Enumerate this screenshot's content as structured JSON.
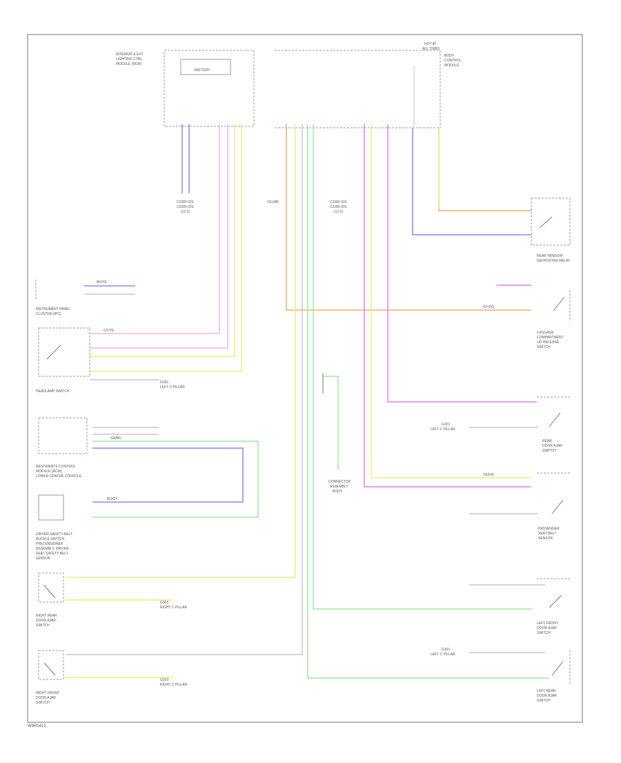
{
  "footer_code": "W9R0412",
  "colors": {
    "frame": "#9a9a9a",
    "wire_gray": "#c8c8c8",
    "wire_yellow": "#eded7a",
    "wire_magenta": "#e27ee2",
    "wire_pink": "#efb6ef",
    "wire_blue": "#8a8ae8",
    "wire_green": "#9ee89e",
    "wire_orange": "#f2ae6a",
    "text": "#555555"
  },
  "modules": {
    "left_module": {
      "title_lines": [
        "INTERIOR & EXT",
        "LIGHTING CTRL",
        "MODULE (BCM)"
      ],
      "inner_label": "BATTERY"
    },
    "right_module": {
      "title_lines": [
        "HOT AT",
        "ALL TIMES"
      ],
      "side_lines": [
        "BODY",
        "CONTROL",
        "MODULE"
      ]
    },
    "connector_left": {
      "lines": [
        "C2280 IDS",
        "C2280 IDS",
        "(12 2)"
      ]
    },
    "connector_right": {
      "lines": [
        "C2280 IDS",
        "C2280 IDS",
        "(12 2)"
      ]
    },
    "splice_label": "YEL/BK"
  },
  "components": {
    "left": [
      {
        "lines": [
          "INSTRUMENT PANEL",
          "CLUSTER (IPC)"
        ]
      },
      {
        "lines": [
          "HEADLAMP SWITCH"
        ]
      },
      {
        "lines": [
          "RESTRAINTS CONTROL",
          "MODULE (RCM),",
          "LOWER CENTER CONSOLE"
        ]
      },
      {
        "lines": [
          "DRIVER SAFETY BELT",
          "BUCKLE SWITCH",
          "PRETENSIONER",
          "ASSEMBLY, DRIVER",
          "SEAT SAFETY BELT",
          "SENSOR"
        ]
      },
      {
        "lines": [
          "RIGHT REAR",
          "DOOR AJAR",
          "SWITCH"
        ]
      },
      {
        "lines": [
          "RIGHT FRONT",
          "DOOR AJAR",
          "SWITCH"
        ]
      }
    ],
    "right": [
      {
        "lines": [
          "REAR WINDOW",
          "DEFROSTER RELAY"
        ]
      },
      {
        "lines": [
          "LUGGAGE",
          "COMPARTMENT",
          "LID RELEASE",
          "SWITCH"
        ]
      },
      {
        "lines": [
          "REAR",
          "DOOR AJAR",
          "SWITCH"
        ]
      },
      {
        "lines": [
          "PASSENGER",
          "SEAT BELT",
          "SENSOR"
        ]
      },
      {
        "lines": [
          "LEFT FRONT",
          "DOOR AJAR",
          "SWITCH"
        ]
      },
      {
        "lines": [
          "LEFT REAR",
          "DOOR AJAR",
          "SWITCH"
        ]
      }
    ],
    "center": {
      "lines": [
        "CONNECTOR",
        "ASSEMBLY",
        "BODY"
      ]
    }
  },
  "grounds": {
    "g1": {
      "lines": [
        "G301",
        "LEFT C PILLAR"
      ]
    },
    "g2": {
      "lines": [
        "G303",
        "RIGHT C PILLAR"
      ]
    },
    "g3": {
      "lines": [
        "G303",
        "RIGHT C PILLAR"
      ]
    },
    "g4": {
      "lines": [
        "G301",
        "LEFT C PILLAR"
      ]
    },
    "g5": {
      "lines": [
        "G301",
        "LEFT C PILLAR"
      ]
    }
  },
  "wire_labels": {
    "c1": "BK/YE",
    "c2": "GY/YE",
    "c3": "GN/BU",
    "c4": "BU/GY",
    "c5": "YE/GN",
    "c6": "GY/OG"
  }
}
